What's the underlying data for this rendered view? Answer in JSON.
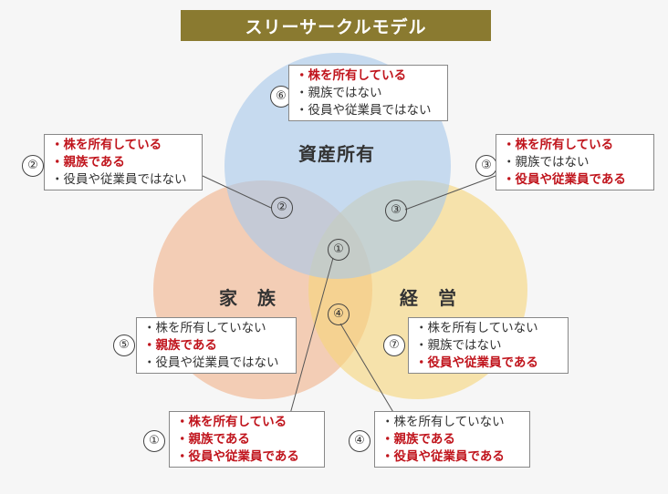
{
  "title": "スリーサークルモデル",
  "circles": {
    "ownership": {
      "label": "資産所有",
      "color": "#a8c8ea"
    },
    "family": {
      "label": "家　族",
      "color": "#f1b38a"
    },
    "business": {
      "label": "経　営",
      "color": "#f7d57a"
    }
  },
  "regions": {
    "r1": "①",
    "r2": "②",
    "r3": "③",
    "r4": "④"
  },
  "boxes": [
    {
      "id": "6",
      "num": "⑥",
      "lines": [
        {
          "text": "株を所有している",
          "hl": true
        },
        {
          "text": "親族ではない",
          "hl": false
        },
        {
          "text": "役員や従業員ではない",
          "hl": false
        }
      ]
    },
    {
      "id": "2",
      "num": "②",
      "lines": [
        {
          "text": "株を所有している",
          "hl": true
        },
        {
          "text": "親族である",
          "hl": true
        },
        {
          "text": "役員や従業員ではない",
          "hl": false
        }
      ]
    },
    {
      "id": "3",
      "num": "③",
      "lines": [
        {
          "text": "株を所有している",
          "hl": true
        },
        {
          "text": "親族ではない",
          "hl": false
        },
        {
          "text": "役員や従業員である",
          "hl": true
        }
      ]
    },
    {
      "id": "5",
      "num": "⑤",
      "lines": [
        {
          "text": "株を所有していない",
          "hl": false
        },
        {
          "text": "親族である",
          "hl": true
        },
        {
          "text": "役員や従業員ではない",
          "hl": false
        }
      ]
    },
    {
      "id": "7",
      "num": "⑦",
      "lines": [
        {
          "text": "株を所有していない",
          "hl": false
        },
        {
          "text": "親族ではない",
          "hl": false
        },
        {
          "text": "役員や従業員である",
          "hl": true
        }
      ]
    },
    {
      "id": "1",
      "num": "①",
      "lines": [
        {
          "text": "株を所有している",
          "hl": true
        },
        {
          "text": "親族である",
          "hl": true
        },
        {
          "text": "役員や従業員である",
          "hl": true
        }
      ]
    },
    {
      "id": "4",
      "num": "④",
      "lines": [
        {
          "text": "株を所有していない",
          "hl": false
        },
        {
          "text": "親族である",
          "hl": true
        },
        {
          "text": "役員や従業員である",
          "hl": true
        }
      ]
    }
  ]
}
